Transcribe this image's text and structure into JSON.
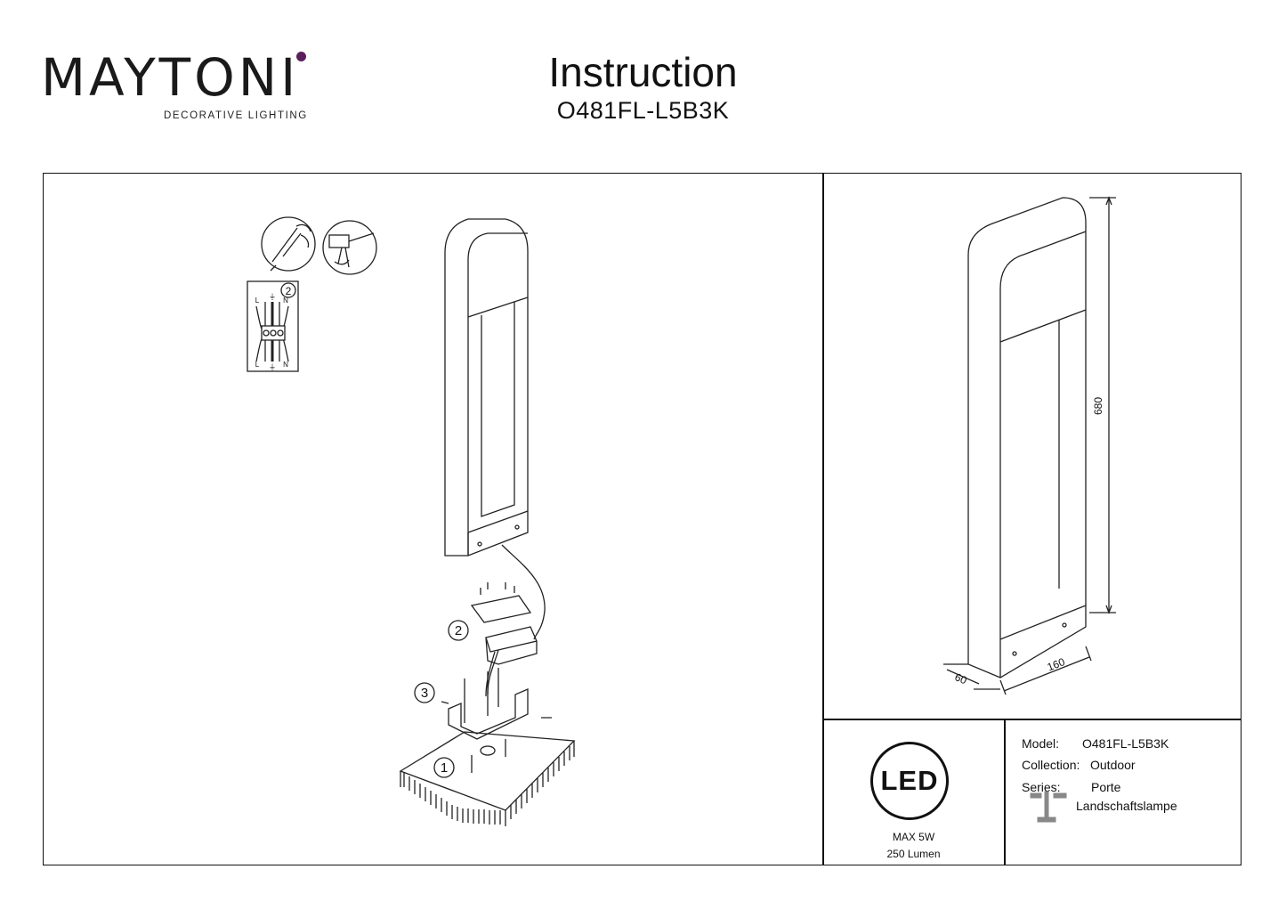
{
  "brand": {
    "name": "MAYTONI",
    "tagline": "DECORATIVE LIGHTING",
    "accent": "#5b1f5e"
  },
  "header": {
    "title": "Instruction",
    "model_code": "O481FL-L5B3K"
  },
  "assembly": {
    "step_labels": [
      "1",
      "2",
      "3"
    ],
    "callout_step": "2",
    "terminal_top": [
      "L",
      "⏚",
      "N"
    ],
    "terminal_bottom": [
      "L",
      "⏚",
      "N"
    ]
  },
  "dimensions": {
    "height": "680",
    "width": "160",
    "depth": "60"
  },
  "led": {
    "badge": "LED",
    "power": "MAX 5W",
    "lumen": "250 Lumen"
  },
  "specs": {
    "model_label": "Model:",
    "model_value": "O481FL-L5B3K",
    "collection_label": "Collection:",
    "collection_value": "Outdoor",
    "series_label": "Series:",
    "series_value": "Porte",
    "type_value": "Landschaftslampe"
  }
}
